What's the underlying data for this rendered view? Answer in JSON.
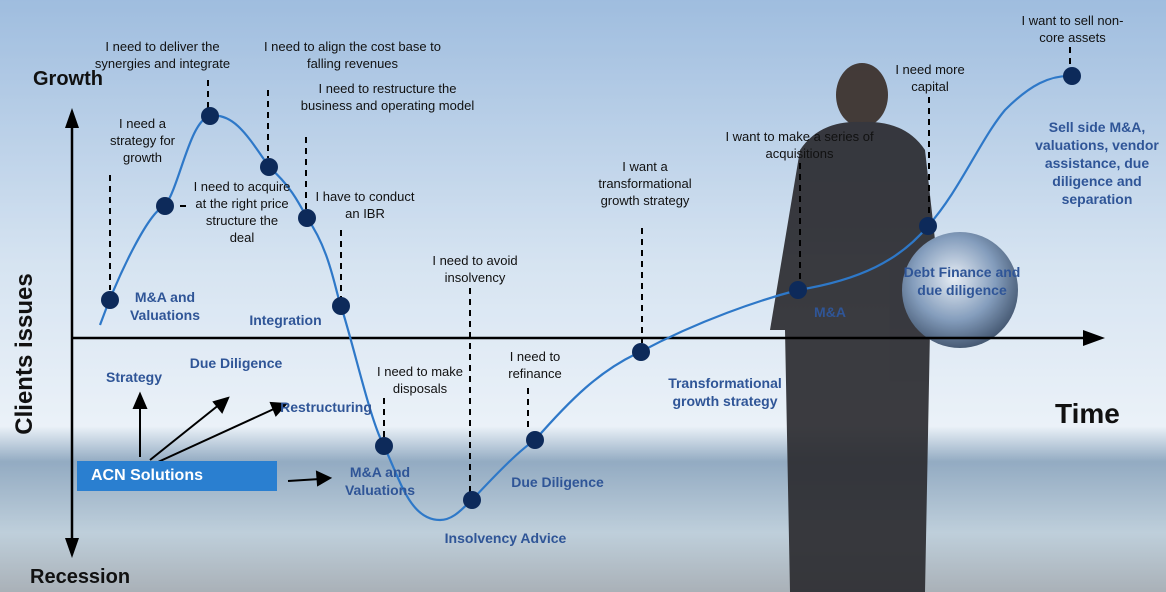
{
  "axes": {
    "top_label": "Growth",
    "bottom_label": "Recession",
    "y_label": "Clients issues",
    "x_label": "Time"
  },
  "client_issues": [
    "I need to deliver the synergies and integrate",
    "I need to align the cost base to falling revenues",
    "I need to restructure the business and operating model",
    "I need a strategy for growth",
    "I need to acquire at the right price structure the deal",
    "I have to conduct an IBR",
    "I need to avoid insolvency",
    "I need to make disposals",
    "I need to refinance",
    "I want a transformational growth strategy",
    "I want to make a series of acquisitions",
    "I need more capital",
    "I want to sell non-core assets"
  ],
  "solutions": [
    "M&A and Valuations",
    "Integration",
    "Strategy",
    "Due Diligence",
    "Restructuring",
    "M&A and Valuations",
    "Insolvency Advice",
    "Due Diligence",
    "Transformational growth strategy",
    "M&A",
    "Debt Finance and due diligence",
    "Sell side M&A, valuations, vendor assistance, due diligence and separation"
  ],
  "acn_box": "ACN Solutions",
  "colors": {
    "curve": "#2e78c8",
    "dot": "#0d2a5a",
    "solution_text": "#2f5597",
    "acn_box": "#2a7fd0",
    "sky_top": "#7fa6d3",
    "sea": "#5a7fa0"
  }
}
